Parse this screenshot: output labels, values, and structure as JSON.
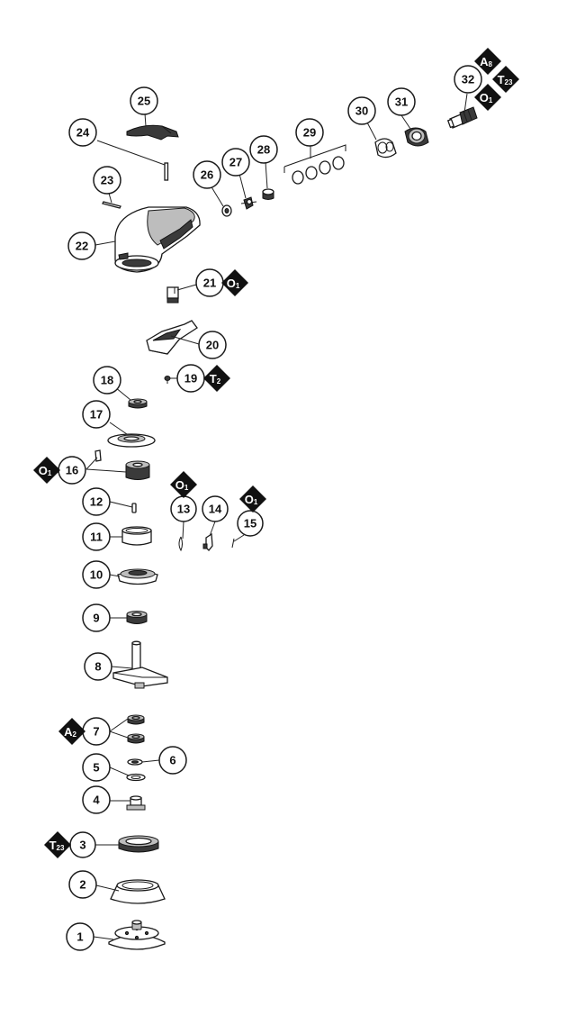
{
  "colors": {
    "ink": "#111111",
    "paper": "#ffffff",
    "badge_fill": "#111111",
    "badge_text": "#ffffff"
  },
  "callouts": [
    {
      "label": "1"
    },
    {
      "label": "2"
    },
    {
      "label": "3"
    },
    {
      "label": "4"
    },
    {
      "label": "5"
    },
    {
      "label": "6"
    },
    {
      "label": "7"
    },
    {
      "label": "8"
    },
    {
      "label": "9"
    },
    {
      "label": "10"
    },
    {
      "label": "11"
    },
    {
      "label": "12"
    },
    {
      "label": "13"
    },
    {
      "label": "14"
    },
    {
      "label": "15"
    },
    {
      "label": "16"
    },
    {
      "label": "17"
    },
    {
      "label": "18"
    },
    {
      "label": "19"
    },
    {
      "label": "20"
    },
    {
      "label": "21"
    },
    {
      "label": "22"
    },
    {
      "label": "23"
    },
    {
      "label": "24"
    },
    {
      "label": "25"
    },
    {
      "label": "26"
    },
    {
      "label": "27"
    },
    {
      "label": "28"
    },
    {
      "label": "29"
    },
    {
      "label": "30"
    },
    {
      "label": "31"
    },
    {
      "label": "32"
    }
  ],
  "badges": [
    {
      "letter": "A",
      "sub": "2"
    },
    {
      "letter": "T",
      "sub": "23"
    },
    {
      "letter": "O",
      "sub": "1"
    },
    {
      "letter": "O",
      "sub": "1"
    },
    {
      "letter": "O",
      "sub": "1"
    },
    {
      "letter": "T",
      "sub": "2"
    },
    {
      "letter": "O",
      "sub": "1"
    },
    {
      "letter": "A",
      "sub": "8"
    },
    {
      "letter": "T",
      "sub": "23"
    },
    {
      "letter": "O",
      "sub": "1"
    }
  ]
}
